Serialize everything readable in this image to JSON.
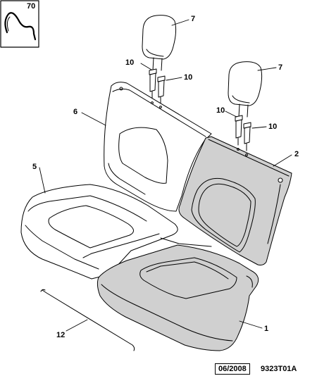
{
  "inset": {
    "label": "70"
  },
  "callouts": [
    {
      "id": "7a",
      "label": "7"
    },
    {
      "id": "10a",
      "label": "10"
    },
    {
      "id": "10b",
      "label": "10"
    },
    {
      "id": "7b",
      "label": "7"
    },
    {
      "id": "10c",
      "label": "10"
    },
    {
      "id": "10d",
      "label": "10"
    },
    {
      "id": "6",
      "label": "6"
    },
    {
      "id": "2",
      "label": "2"
    },
    {
      "id": "5",
      "label": "5"
    },
    {
      "id": "1",
      "label": "1"
    },
    {
      "id": "12",
      "label": "12"
    }
  ],
  "footer": {
    "date": "06/2008",
    "reference": "9323T01A"
  },
  "colors": {
    "line": "#000000",
    "cover_fill": "#d0d0d0",
    "background": "#ffffff"
  }
}
